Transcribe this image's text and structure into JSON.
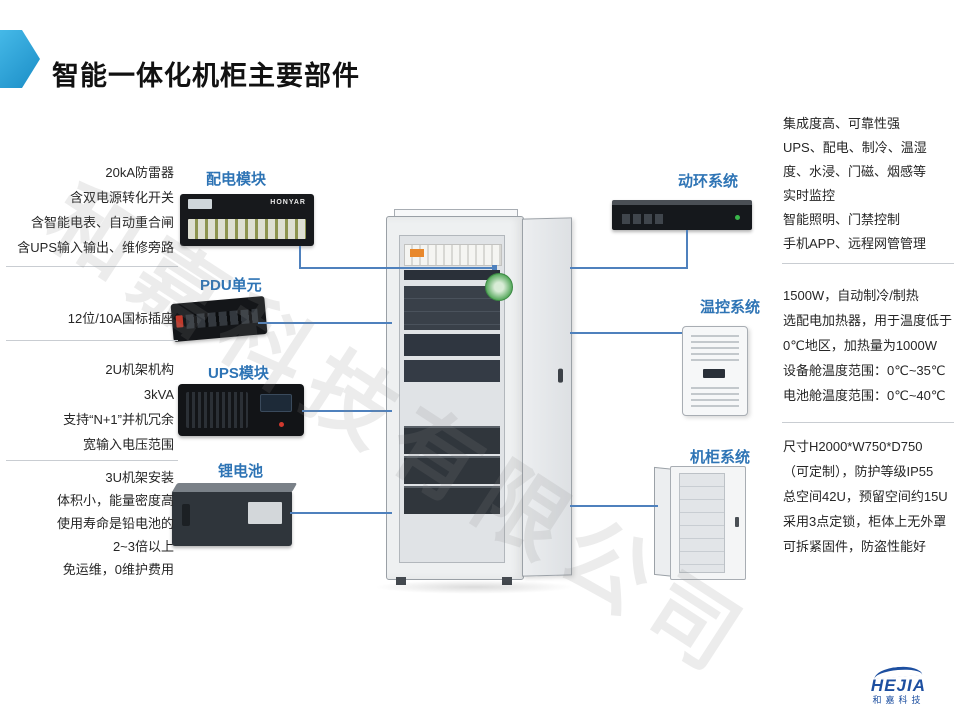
{
  "slide": {
    "title": "智能一体化机柜主要部件"
  },
  "watermark": "和嘉科技有限公司",
  "left_blocks": [
    {
      "label": "配电模块",
      "lines": [
        "20kA防雷器",
        "含双电源转化开关",
        "含智能电表、自动重合闸",
        "含UPS输入输出、维修旁路"
      ]
    },
    {
      "label": "PDU单元",
      "lines": [
        "12位/10A国标插座"
      ]
    },
    {
      "label": "UPS模块",
      "lines": [
        "2U机架机构",
        "3kVA",
        "支持“N+1”并机冗余",
        "宽输入电压范围"
      ]
    },
    {
      "label": "锂电池",
      "lines": [
        "3U机架安装",
        "体积小，能量密度高",
        "使用寿命是铅电池的",
        "2~3倍以上",
        "免运维，0维护费用"
      ]
    }
  ],
  "right_blocks": [
    {
      "label": "动环系统",
      "lines": [
        "集成度高、可靠性强",
        "UPS、配电、制冷、温湿",
        "度、水浸、门磁、烟感等",
        "实时监控",
        "智能照明、门禁控制",
        "手机APP、远程网管管理"
      ]
    },
    {
      "label": "温控系统",
      "lines": [
        "1500W，自动制冷/制热",
        "选配电加热器，用于温度低于",
        "0℃地区，加热量为1000W",
        "设备舱温度范围：0℃~35℃",
        "电池舱温度范围：0℃~40℃"
      ]
    },
    {
      "label": "机柜系统",
      "lines": [
        "尺寸H2000*W750*D750",
        "（可定制），防护等级IP55",
        "总空间42U，预留空间约15U",
        "采用3点定锁，柜体上无外罩",
        "可拆紧固件，防盗性能好"
      ]
    }
  ],
  "devices": {
    "honyar_brand": "HONYAR"
  },
  "logo": {
    "name": "HEJIA",
    "subtitle": "和嘉科技"
  },
  "colors": {
    "accent_blue": "#2E74B5",
    "line_blue": "#4F81BD",
    "chevron_blue": "#2FA8DC"
  }
}
